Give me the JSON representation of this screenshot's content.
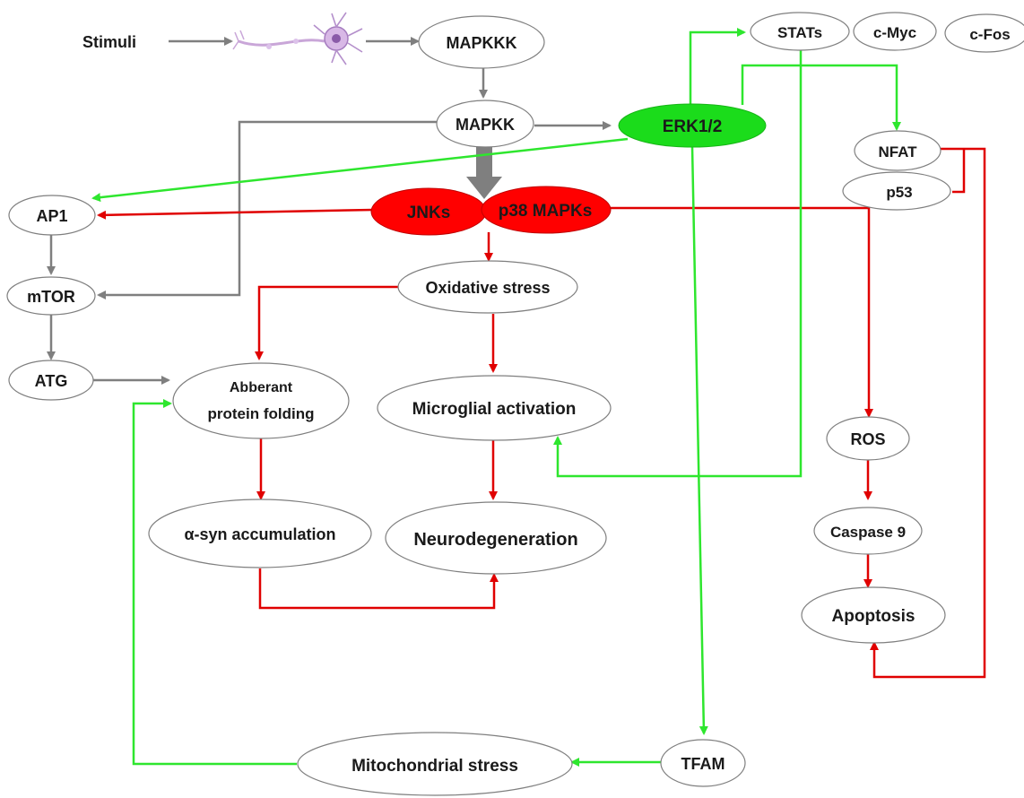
{
  "colors": {
    "inhibit_red": "#e00000",
    "activate_green": "#2ee62e",
    "neutral_gray": "#7f7f7f",
    "jnk_p38_fill": "#ff0000",
    "erk_fill": "#1bdc1b"
  },
  "icons": {
    "neuron": "neuron-icon"
  },
  "nodes": {
    "stimuli": "Stimuli",
    "mapkkk": "MAPKKK",
    "mapkk": "MAPKK",
    "erk": "ERK1/2",
    "stats": "STATs",
    "cmyc": "c-Myc",
    "cfos": "c-Fos",
    "nfat": "NFAT",
    "p53": "p53",
    "ap1": "AP1",
    "jnks": "JNKs",
    "p38": "p38 MAPKs",
    "mtor": "mTOR",
    "oxidative": "Oxidative stress",
    "atg": "ATG",
    "aberrant_1": "Abberant",
    "aberrant_2": "protein folding",
    "microglial": "Microglial activation",
    "ros": "ROS",
    "asyn": "α-syn accumulation",
    "neurodegeneration": "Neurodegeneration",
    "caspase": "Caspase 9",
    "apoptosis": "Apoptosis",
    "tfam": "TFAM",
    "mito": "Mitochondrial stress"
  }
}
